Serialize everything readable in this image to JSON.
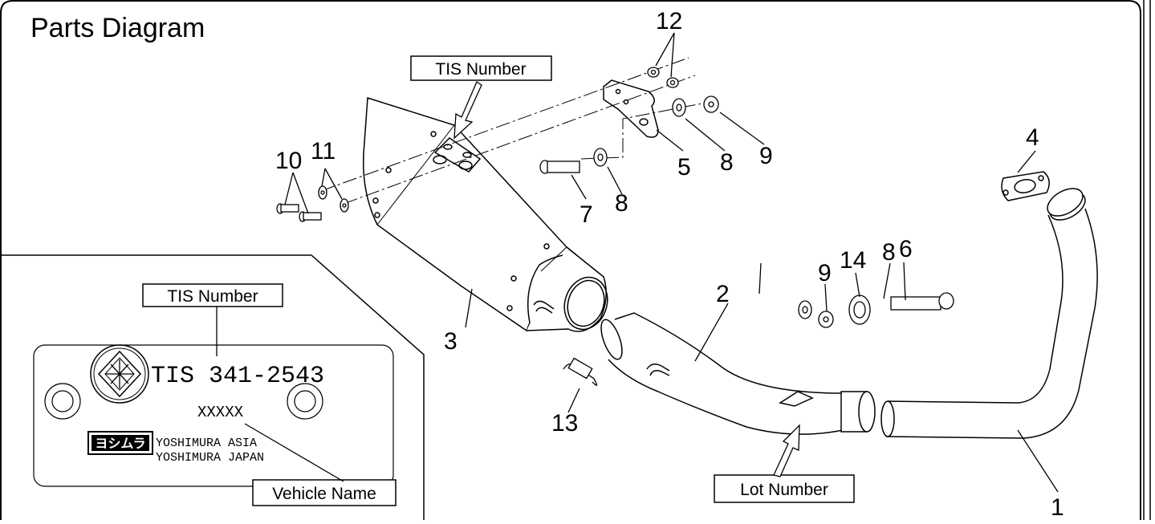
{
  "title": "Parts Diagram",
  "callouts": {
    "tis_number_top": "TIS Number",
    "tis_number_inset": "TIS Number",
    "vehicle_name": "Vehicle Name",
    "lot_number": "Lot Number"
  },
  "part_numbers": {
    "p1": "1",
    "p2": "2",
    "p3": "3",
    "p4": "4",
    "p5": "5",
    "p6": "6",
    "p7": "7",
    "p8a": "8",
    "p8b": "8",
    "p8c": "8",
    "p9a": "9",
    "p9b": "9",
    "p10": "10",
    "p11": "11",
    "p12": "12",
    "p13": "13",
    "p14": "14"
  },
  "plate": {
    "tis_text": "TIS 341-2543",
    "vehicle_placeholder": "XXXXX",
    "line1": "YOSHIMURA ASIA",
    "line2": "YOSHIMURA JAPAN",
    "logo_text": "ヨシムラ"
  },
  "colors": {
    "line": "#000000",
    "background": "#ffffff"
  }
}
